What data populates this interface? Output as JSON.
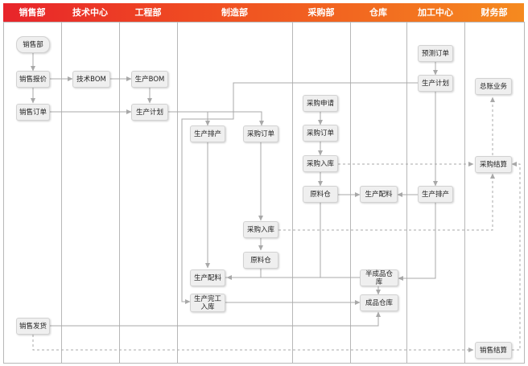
{
  "columns": [
    "销售部",
    "技术中心",
    "工程部",
    "制造部",
    "采购部",
    "仓库",
    "加工中心",
    "财务部"
  ],
  "nodes": {
    "sales_dept": "销售部",
    "sales_quote": "销售报价",
    "sales_order": "销售订单",
    "sales_ship": "销售发货",
    "tech_bom": "技术BOM",
    "prod_bom": "生产BOM",
    "prod_plan": "生产计划",
    "mfg_schedule": "生产排产",
    "mfg_po": "采购订单",
    "mfg_receive": "采购入库",
    "mfg_raw": "原料仓",
    "mfg_issue": "生产配料",
    "mfg_complete": "生产完工入库",
    "pur_request": "采购申请",
    "pur_order": "采购订单",
    "pur_receive": "采购入库",
    "pur_raw": "原料仓",
    "wh_issue": "生产配料",
    "wh_semi": "半成品仓库",
    "wh_finished": "成品仓库",
    "pc_forecast": "预测订单",
    "pc_plan": "生产计划",
    "pc_schedule": "生产排产",
    "fin_ledger": "总账业务",
    "fin_purchase": "采购结算",
    "fin_sales": "销售结算"
  },
  "colors": {
    "header_start": "#e8242b",
    "header_end": "#f58a1f",
    "node_fill": "#efefef",
    "line": "#9a9a9a"
  }
}
